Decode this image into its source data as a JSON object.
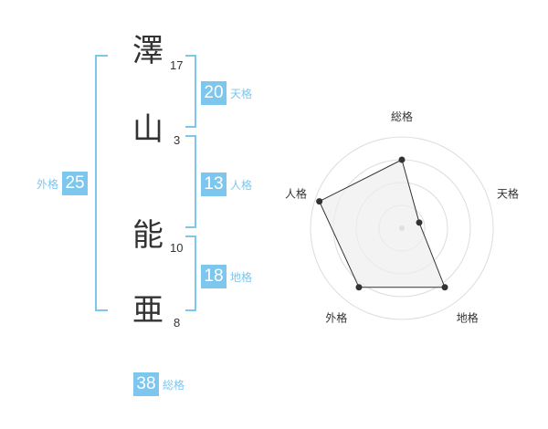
{
  "name": {
    "chars": [
      {
        "kanji": "澤",
        "strokes": "17"
      },
      {
        "kanji": "山",
        "strokes": "3"
      },
      {
        "kanji": "能",
        "strokes": "10"
      },
      {
        "kanji": "亜",
        "strokes": "8"
      }
    ]
  },
  "fortunes": {
    "tenkaku": {
      "value": "20",
      "label": "天格"
    },
    "jinkaku": {
      "value": "13",
      "label": "人格"
    },
    "chikaku": {
      "value": "18",
      "label": "地格"
    },
    "gaikaku": {
      "value": "25",
      "label": "外格"
    },
    "soukaku": {
      "value": "38",
      "label": "総格"
    }
  },
  "colors": {
    "accent": "#7dc6ee",
    "text": "#333333",
    "ring": "#dddddd",
    "polygon_fill": "#eeeeee"
  },
  "chart_data": {
    "type": "radar",
    "axes": [
      "総格",
      "天格",
      "地格",
      "外格",
      "人格"
    ],
    "values": [
      0.75,
      0.2,
      0.8,
      0.8,
      0.95
    ],
    "rings": 4,
    "max": 1
  }
}
